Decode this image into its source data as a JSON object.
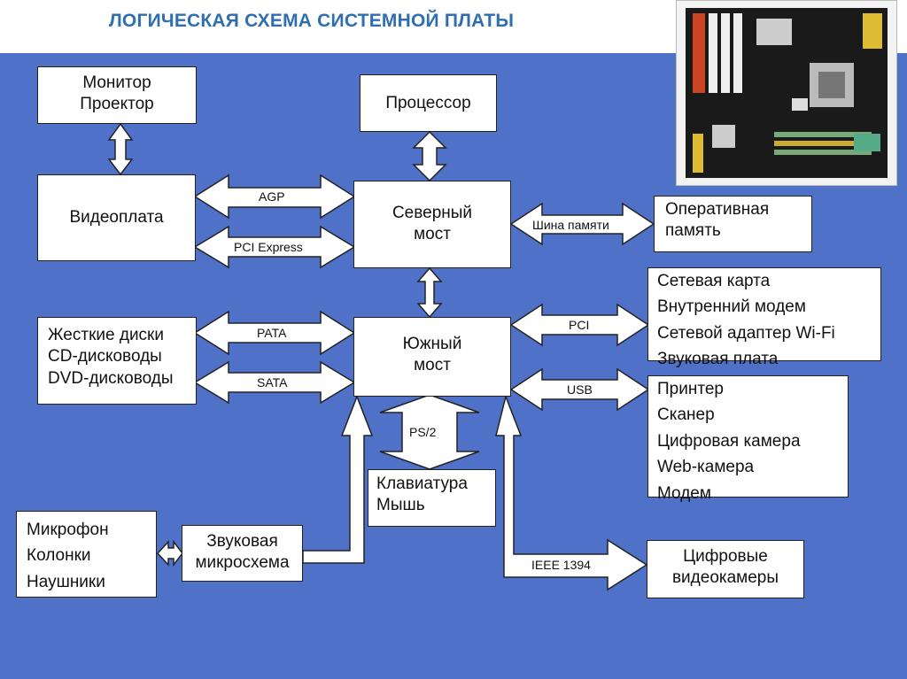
{
  "title": "ЛОГИЧЕСКАЯ СХЕМА СИСТЕМНОЙ ПЛАТЫ",
  "boxes": {
    "monitor": [
      "Монитор",
      "Проектор"
    ],
    "cpu": "Процессор",
    "video": "Видеоплата",
    "north": [
      "Северный",
      "мост"
    ],
    "ram": [
      "Оперативная",
      "память"
    ],
    "south": [
      "Южный",
      "мост"
    ],
    "disks": [
      "Жесткие диски",
      "CD-дисководы",
      "DVD-дисководы"
    ],
    "pci_devices": [
      "Сетевая карта",
      "Внутренний модем",
      "Сетевой адаптер Wi-Fi",
      "Звуковая плата"
    ],
    "usb_devices": [
      "Принтер",
      "Сканер",
      "Цифровая камера",
      "Web-камера",
      "Модем"
    ],
    "keyboard": [
      "Клавиатура",
      "Мышь"
    ],
    "audio_out": [
      "Микрофон",
      "Колонки",
      "Наушники"
    ],
    "sound_chip": [
      "Звуковая",
      "микросхема"
    ],
    "camcorders": [
      "Цифровые",
      "видеокамеры"
    ]
  },
  "buses": {
    "agp": "AGP",
    "pcie": "PCI Express",
    "memory_bus": "Шина памяти",
    "pata": "PATA",
    "sata": "SATA",
    "pci": "PCI",
    "usb": "USB",
    "ps2": "PS/2",
    "ieee": "IEEE 1394"
  },
  "colors": {
    "background": "#4f72c8",
    "title": "#2f6fb0"
  },
  "image": {
    "subject": "motherboard-photo"
  }
}
